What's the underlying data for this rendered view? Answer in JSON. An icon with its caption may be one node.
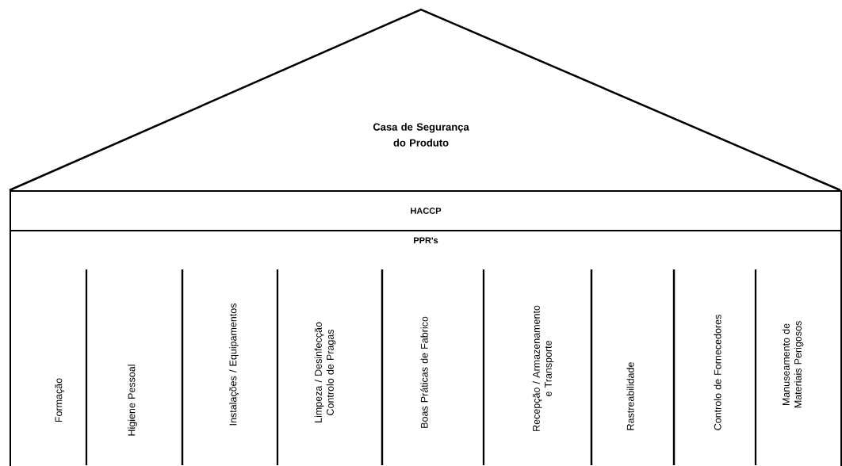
{
  "diagram": {
    "nodes": [
      {
        "text": [
          "Casa de Segurança do Produto"
        ]
      },
      {
        "text": [
          "HACCP"
        ]
      },
      {
        "text": [
          "PPR's"
        ]
      },
      {
        "text": [
          "Formação"
        ],
        "in": 2
      },
      {
        "text": [
          "Higiene Pessoal"
        ],
        "in": 2
      },
      {
        "text": [
          "Instalações / Equipamentos"
        ],
        "in": 2
      },
      {
        "text": [
          "Limpeza / Desinfecção Controlo de Pragas"
        ],
        "in": 2
      },
      {
        "text": [
          "Boas Práticas de Fabrico"
        ],
        "in": 2
      },
      {
        "text": [
          "Recepção / Armazenamento e Transporte"
        ],
        "in": 2
      },
      {
        "text": [
          "Rastreabilidade"
        ],
        "in": 2
      },
      {
        "text": [
          "Controlo de Fornecedores"
        ],
        "in": 2
      },
      {
        "text": [
          "Manuseamento de Materiais Perigosos"
        ],
        "in": 2
      }
    ]
  }
}
